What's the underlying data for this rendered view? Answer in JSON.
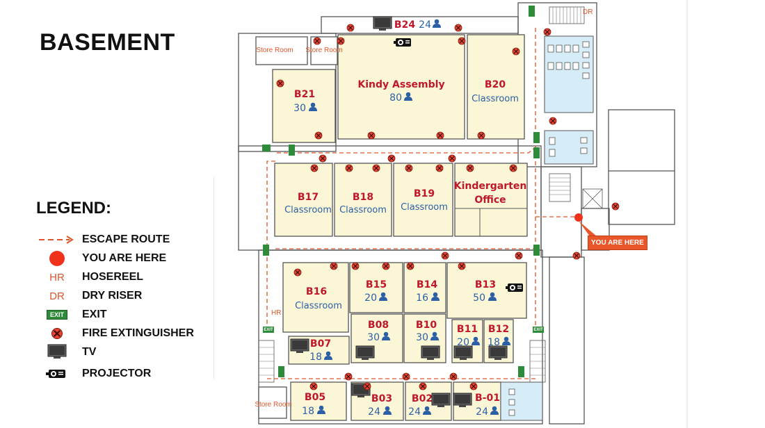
{
  "title": "BASEMENT",
  "legend": {
    "heading": "LEGEND:",
    "items": [
      {
        "label": "ESCAPE ROUTE",
        "icon": "escape-route-arrow"
      },
      {
        "label": "YOU ARE HERE",
        "icon": "red-dot"
      },
      {
        "label": "HOSEREEL",
        "symbol": "HR"
      },
      {
        "label": "DRY RISER",
        "symbol": "DR"
      },
      {
        "label": "EXIT",
        "symbol": "EXIT"
      },
      {
        "label": "FIRE EXTINGUISHER",
        "icon": "fire-extinguisher-icon"
      },
      {
        "label": "TV",
        "icon": "tv-icon"
      },
      {
        "label": "PROJECTOR",
        "icon": "projector-icon"
      }
    ]
  },
  "you_are_here": "YOU ARE HERE",
  "exit_text": "EXIT",
  "hr_text": "HR",
  "dr_text": "DR",
  "store_room": "Store Room",
  "rooms": {
    "b24": {
      "name": "B24",
      "capacity": "24"
    },
    "kindy": {
      "name": "Kindy Assembly",
      "capacity": "80"
    },
    "b20": {
      "name": "B20",
      "sub": "Classroom"
    },
    "b21": {
      "name": "B21",
      "capacity": "30"
    },
    "b17": {
      "name": "B17",
      "sub": "Classroom"
    },
    "b18": {
      "name": "B18",
      "sub": "Classroom"
    },
    "b19": {
      "name": "B19",
      "sub": "Classroom"
    },
    "kinder_office": {
      "name1": "Kindergarten",
      "name2": "Office"
    },
    "b16": {
      "name": "B16",
      "sub": "Classroom"
    },
    "b15": {
      "name": "B15",
      "capacity": "20"
    },
    "b14": {
      "name": "B14",
      "capacity": "16"
    },
    "b13": {
      "name": "B13",
      "capacity": "50"
    },
    "b07": {
      "name": "B07",
      "capacity": "18"
    },
    "b08": {
      "name": "B08",
      "capacity": "30"
    },
    "b10": {
      "name": "B10",
      "capacity": "30"
    },
    "b11": {
      "name": "B11",
      "capacity": "20"
    },
    "b12": {
      "name": "B12",
      "capacity": "18"
    },
    "b05": {
      "name": "B05",
      "capacity": "18"
    },
    "b03": {
      "name": "B03",
      "capacity": "24"
    },
    "b02": {
      "name": "B02",
      "capacity": "24"
    },
    "b01": {
      "name": "B-01",
      "capacity": "24"
    }
  },
  "colors": {
    "room_fill": "#fbf7d6",
    "wall": "#555555",
    "room_name": "#c0172c",
    "room_sub": "#2b5fa6",
    "escape": "#e0562a",
    "exit_green": "#2e8b3a",
    "toilet_blue": "#d6ecf7",
    "you_are_here": "#e9562a"
  }
}
